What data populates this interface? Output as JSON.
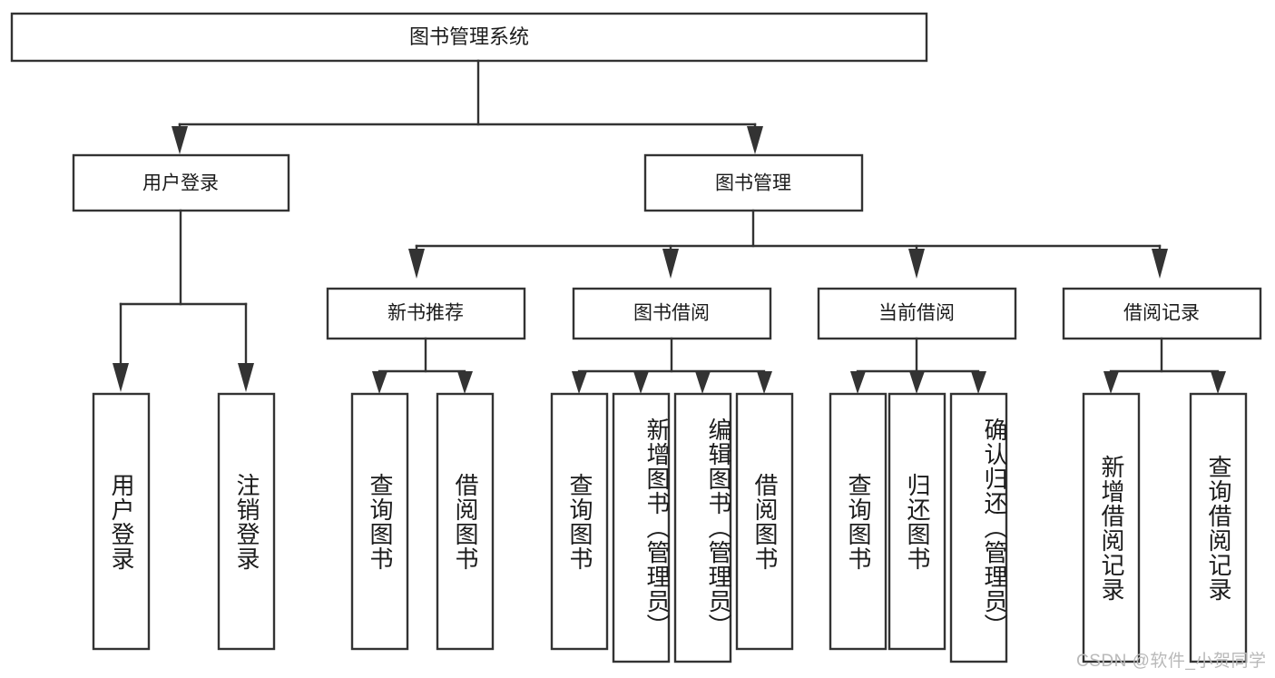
{
  "diagram": {
    "title": "图书管理系统",
    "type": "tree",
    "watermark": "CSDN @软件_小贺同学",
    "colors": {
      "stroke": "#333333",
      "fill": "#ffffff",
      "text": "#1b1b1b",
      "watermark": "#b9b9b9"
    },
    "root": {
      "label": "图书管理系统"
    },
    "level1": [
      {
        "label": "用户登录"
      },
      {
        "label": "图书管理"
      }
    ],
    "level2": [
      {
        "label": "新书推荐"
      },
      {
        "label": "图书借阅"
      },
      {
        "label": "当前借阅"
      },
      {
        "label": "借阅记录"
      }
    ],
    "leaves": {
      "user_login": [
        {
          "label": "用户登录"
        },
        {
          "label": "注销登录"
        }
      ],
      "new_book_recommend": [
        {
          "label": "查询图书"
        },
        {
          "label": "借阅图书"
        }
      ],
      "book_borrow": [
        {
          "label": "查询图书"
        },
        {
          "label": "新增图书（管理员）"
        },
        {
          "label": "编辑图书（管理员）"
        },
        {
          "label": "借阅图书"
        }
      ],
      "current_borrow": [
        {
          "label": "查询图书"
        },
        {
          "label": "归还图书"
        },
        {
          "label": "确认归还（管理员）"
        }
      ],
      "borrow_record": [
        {
          "label": "新增借阅记录"
        },
        {
          "label": "查询借阅记录"
        }
      ]
    }
  }
}
